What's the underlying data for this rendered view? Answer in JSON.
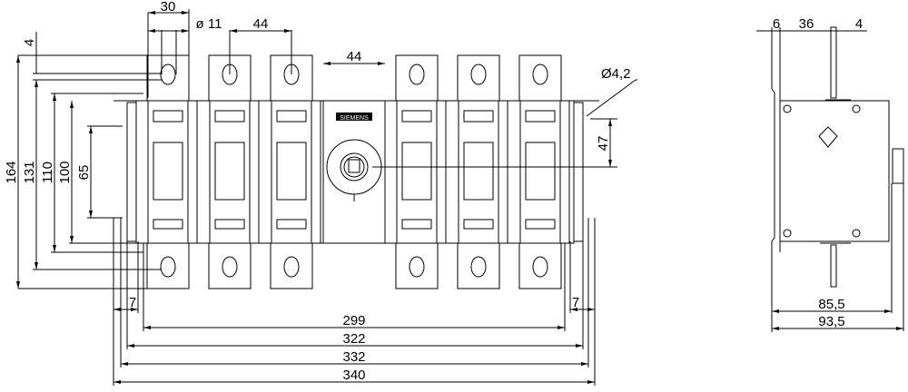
{
  "title": "Switch disconnector dimension drawing",
  "front_view": {
    "dims": {
      "d30": "30",
      "d11": "ø 11",
      "d44a": "44",
      "d44b": "44",
      "d42": "Ø4,2",
      "d47": "47",
      "d4": "4",
      "d164": "164",
      "d131": "131",
      "d110": "110",
      "d100": "100",
      "d65": "65",
      "d7l": "7",
      "d7r": "7",
      "d299": "299",
      "d322": "322",
      "d332": "332",
      "d340": "340"
    },
    "pole_count": 6,
    "logo": "SIEMENS"
  },
  "side_view": {
    "dims": {
      "d6": "6",
      "d36": "36",
      "d4": "4",
      "d855": "85,5",
      "d935": "93,5"
    }
  }
}
